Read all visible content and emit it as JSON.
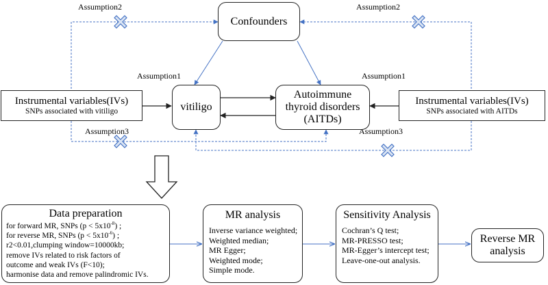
{
  "top": {
    "confounders": "Confounders",
    "vitiligo": "vitiligo",
    "aitd_line1": "Autoimmune",
    "aitd_line2": "thyroid disorders",
    "aitd_line3": "(AITDs)",
    "iv_left_title": "Instrumental variables(IVs)",
    "iv_left_sub": "SNPs associated with vitiligo",
    "iv_right_title": "Instrumental variables(IVs)",
    "iv_right_sub": "SNPs associated with AITDs",
    "assumption1_left": "Assumption1",
    "assumption1_right": "Assumption1",
    "assumption2_left": "Assumption2",
    "assumption2_right": "Assumption2",
    "assumption3_left": "Assumption3",
    "assumption3_right": "Assumption3"
  },
  "bottom": {
    "data_prep": {
      "title": "Data preparation",
      "l1_pre": "for forward MR, SNPs (p < 5x10",
      "l1_sup": "-8",
      "l1_post": ") ;",
      "l2_pre": "for reverse MR, SNPs (p < 5x10",
      "l2_sup": "-6",
      "l2_post": ") ;",
      "l3": "r2<0.01,clumping window=10000kb;",
      "l4": "remove IVs related to risk factors of",
      "l5": "outcome and weak IVs (F<10);",
      "l6": "harmonise data and remove palindromic IVs."
    },
    "mr_analysis": {
      "title": "MR analysis",
      "items": [
        "Inverse variance weighted;",
        "Weighted median;",
        "MR Egger;",
        "Weighted mode;",
        "Simple mode."
      ]
    },
    "sensitivity": {
      "title": "Sensitivity Analysis",
      "items": [
        "Cochran’s Q test;",
        "MR-PRESSO test;",
        "MR-Egger’s intercept test;",
        "Leave-one-out analysis."
      ]
    },
    "reverse_mr": {
      "line1": "Reverse MR",
      "line2": "analysis"
    }
  },
  "colors": {
    "dashed_line": "#4472c4",
    "solid_line": "#222222",
    "cross_fill": "#dbe5f4",
    "cross_stroke": "#4472c4"
  }
}
